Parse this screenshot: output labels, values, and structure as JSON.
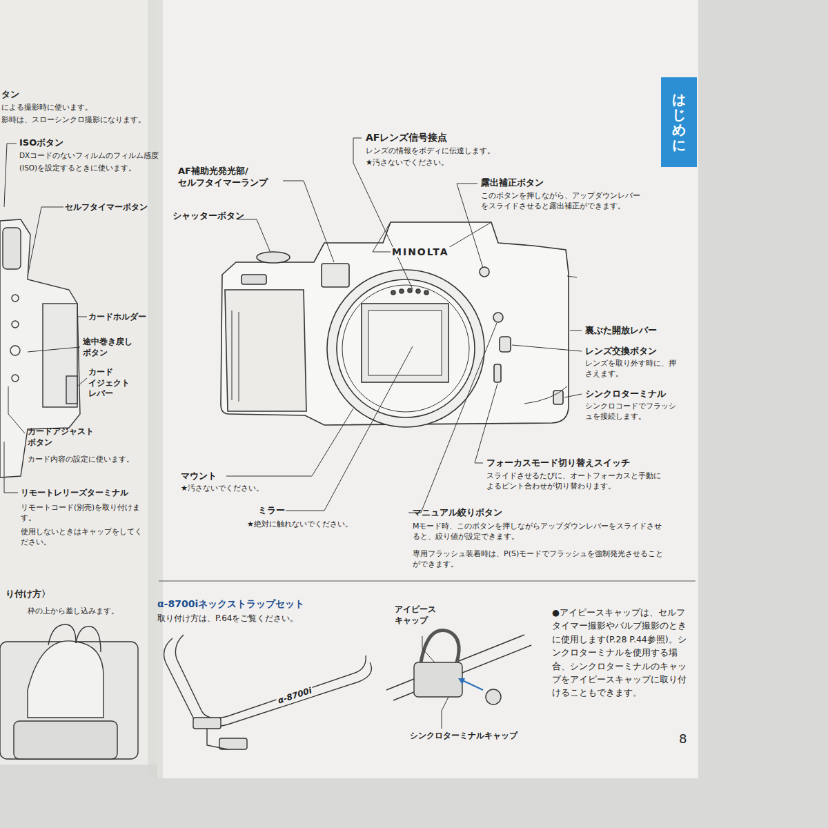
{
  "diagram": {
    "nodes": [
      {
        "text": [
          "はじめに"
        ]
      }
    ],
    "labels": [
      "タン",
      "による撮影時に使います。",
      "影時は、スローシンクロ撮影になります。",
      "ISOボタン",
      "DXコードのないフィルムのフィルム感度",
      "(ISO)を設定するときに使います。",
      "セルフタイマーボタン",
      "カードホルダー",
      "途中巻き戻し ボタン",
      "カード イジェクト レバー",
      "カードアジャスト ボタン",
      "カード内容の設定に使います。",
      "リモートレリーズターミナル",
      "リモートコード(別売)を取り付けます。",
      "使用しないときはキャップをしてください。",
      "り付け方〉",
      "枠の上から差し込みます。",
      "AFレンズ信号接点",
      "レンズの情報をボディに伝達します。",
      "★汚さないでください。",
      "AF補助光発光部/ セルフタイマーランプ",
      "シャッターボタン",
      "露出補正ボタン",
      "このボタンを押しながら、アップダウンレバーをスライドさせると露出補正ができます。",
      "MINOLTA",
      "裏ぶた開放レバー",
      "レンズ交換ボタン",
      "レンズを取り外す時に、押さえます。",
      "シンクロターミナル",
      "シンクロコードでフラッシュを接続します。",
      "フォーカスモード切り替えスイッチ",
      "スライドさせるたびに、オートフォーカスと手動によるピント合わせが切り替わります。",
      "マウント",
      "★汚さないでください。",
      "ミラー",
      "★絶対に触れないでください。",
      "マニュアル絞りボタン",
      "Mモード時、このボタンを押しながらアップダウンレバーをスライドさせると、絞り値が設定できます。",
      "専用フラッシュ装着時は、P(S)モードでフラッシュを強制発光させることができます。",
      "α-8700iネックストラップセット",
      "取り付け方は、P.64をご覧ください。",
      "α-8700i",
      "アイピース キャップ",
      "シンクロターミナルキャップ",
      "●アイピースキャップは、セルフタイマー撮影やバルブ撮影のときに使用します(P.28 P.44参照)。シンクロターミナルを使用する場合、シンクロターミナルのキャップをアイピースキャップに取り付けることもできます。",
      "8"
    ]
  }
}
